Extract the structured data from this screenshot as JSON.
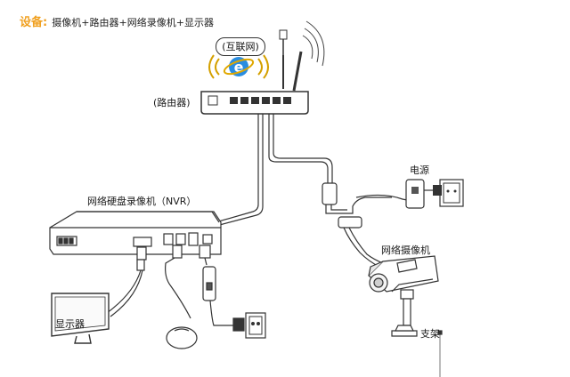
{
  "header": {
    "prefix": "设备:",
    "devices": "摄像机+路由器+网络录像机+显示器"
  },
  "labels": {
    "internet": "(互联网)",
    "router": "(路由器)",
    "nvr": "网络硬盘录像机（NVR）",
    "power": "电源",
    "camera": "网络摄像机",
    "monitor": "显示器",
    "bracket": "支架"
  }
}
